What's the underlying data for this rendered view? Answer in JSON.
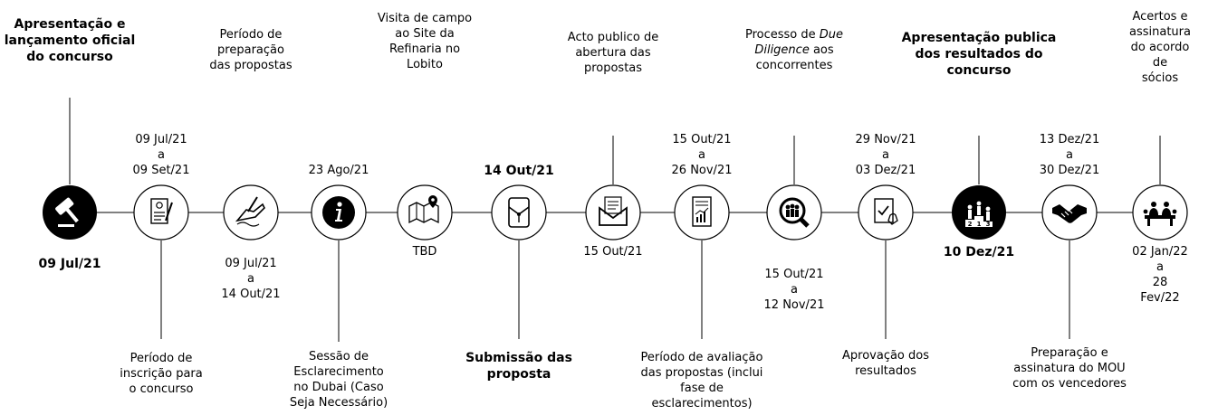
{
  "milestones": [
    {
      "id": "m1",
      "icon": "gavel-icon",
      "date": "09 Jul/21",
      "date_bold": true,
      "label": "Apresentação e\nlançamento oficial\ndo concurso",
      "label_bold": true,
      "label_pos": "top"
    },
    {
      "id": "m2",
      "icon": "registration-form-icon",
      "date": "09 Jul/21\na\n09 Set/21",
      "date_bold": false,
      "label": "Período de\ninscrição  para\no concurso",
      "label_bold": false,
      "label_pos": "bottom"
    },
    {
      "id": "m3",
      "icon": "signing-hand-icon",
      "date": "09 Jul/21\na\n14 Out/21",
      "date_bold": false,
      "label": "Período de\npreparação\ndas propostas",
      "label_bold": false,
      "label_pos": "top"
    },
    {
      "id": "m4",
      "icon": "info-icon",
      "date": "23 Ago/21",
      "date_bold": false,
      "label": "Sessão de\nEsclarecimento\nno Dubai (Caso\nSeja Necessário)",
      "label_bold": false,
      "label_pos": "bottom"
    },
    {
      "id": "m5",
      "icon": "map-pin-icon",
      "date": "TBD",
      "date_bold": false,
      "label": "Visita de campo\nao Site da\nRefinaria no\nLobito",
      "label_bold": false,
      "label_pos": "top"
    },
    {
      "id": "m6",
      "icon": "envelope-submission-icon",
      "date": "14 Out/21",
      "date_bold": true,
      "label": "Submissão das\nproposta",
      "label_bold": true,
      "label_pos": "bottom"
    },
    {
      "id": "m7",
      "icon": "open-envelope-icon",
      "date": "15 Out/21",
      "date_bold": false,
      "label": "Acto publico de\nabertura  das\npropostas",
      "label_bold": false,
      "label_pos": "top"
    },
    {
      "id": "m8",
      "icon": "report-document-icon",
      "date": "15 Out/21\na\n26 Nov/21",
      "date_bold": false,
      "label": "Período de avaliação\ndas propostas  (inclui\nfase de\nesclarecimentos)",
      "label_bold": false,
      "label_pos": "bottom"
    },
    {
      "id": "m9",
      "icon": "people-search-icon",
      "date": "15 Out/21\na\n12 Nov/21",
      "date_bold": false,
      "label_parts": [
        "Processo de ",
        "Due",
        "\n",
        "Diligence",
        " aos\nconcorrentes"
      ],
      "label_pos": "top"
    },
    {
      "id": "m10",
      "icon": "approval-checklist-icon",
      "date": "29 Nov/21\na\n03 Dez/21",
      "date_bold": false,
      "label": "Aprovação dos\nresultados",
      "label_bold": false,
      "label_pos": "bottom"
    },
    {
      "id": "m11",
      "icon": "podium-icon",
      "date": "10 Dez/21",
      "date_bold": true,
      "label": "Apresentação publica\ndos resultados do\nconcurso",
      "label_bold": true,
      "label_pos": "top"
    },
    {
      "id": "m12",
      "icon": "handshake-icon",
      "date": "13 Dez/21\na\n30 Dez/21",
      "date_bold": false,
      "label": "Preparação e\nassinatura  do MOU\ncom os vencedores",
      "label_bold": false,
      "label_pos": "bottom"
    },
    {
      "id": "m13",
      "icon": "meeting-table-icon",
      "date": "02 Jan/22\na\n28 Fev/22",
      "date_bold": false,
      "label": "Acertos e\nassinatura\ndo acordo de\nsócios",
      "label_bold": false,
      "label_pos": "top"
    }
  ],
  "podium_numbers": [
    "2",
    "1",
    "3"
  ]
}
